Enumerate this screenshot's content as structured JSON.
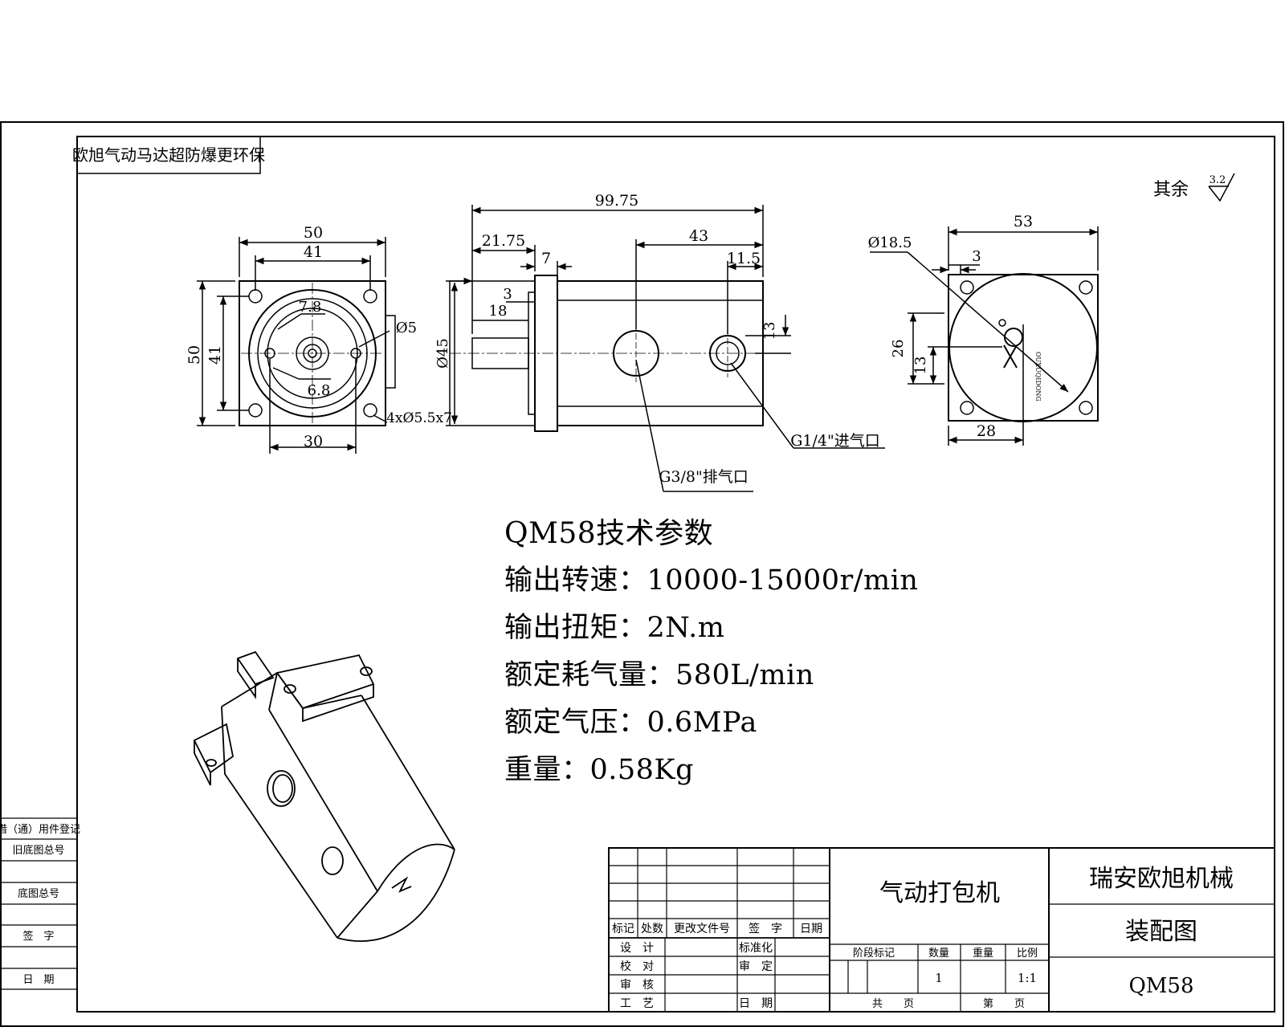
{
  "banner": "欧旭气动马达超防爆更环保",
  "surface_note": "其余",
  "surface_value": "3.2",
  "front_view": {
    "dims": [
      "50",
      "41",
      "50",
      "41",
      "30",
      "7.8",
      "6.8",
      "Ø5",
      "4xØ5.5x7"
    ]
  },
  "side_view": {
    "dims": [
      "99.75",
      "21.75",
      "7",
      "43",
      "11.5",
      "3",
      "18",
      "Ø45",
      "13"
    ],
    "exhaust_label": "G3/8\"排气口",
    "inlet_label": "G1/4\"进气口"
  },
  "rear_view": {
    "dims": [
      "53",
      "Ø18.5",
      "3",
      "26",
      "13",
      "28"
    ]
  },
  "specs": {
    "heading": "QM58技术参数",
    "speed": "输出转速：10000-15000r/min",
    "torque": "输出扭矩：2N.m",
    "air_consumption": "额定耗气量：580L/min",
    "pressure": "额定气压：0.6MPa",
    "weight": "重量：0.58Kg"
  },
  "left_strip": [
    "借（通）用件登记",
    "旧底图总号",
    "底图总号",
    "签　字",
    "日　期"
  ],
  "title_block": {
    "product_name": "气动打包机",
    "company": "瑞安欧旭机械",
    "drawing_type": "装配图",
    "model": "QM58",
    "revision_headers": [
      "标记",
      "处数",
      "更改文件号",
      "签　字",
      "日期"
    ],
    "design": "设　计",
    "standardize": "标准化",
    "check": "校　对",
    "approve": "审　定",
    "review": "审　核",
    "craft": "工　艺",
    "date": "日　期",
    "stage_label": "阶段标记",
    "qty_label": "数量",
    "weight_label": "重量",
    "scale_label": "比例",
    "qty": "1",
    "scale": "1:1",
    "total_pages": "共　　页",
    "page_no": "第　　页"
  }
}
